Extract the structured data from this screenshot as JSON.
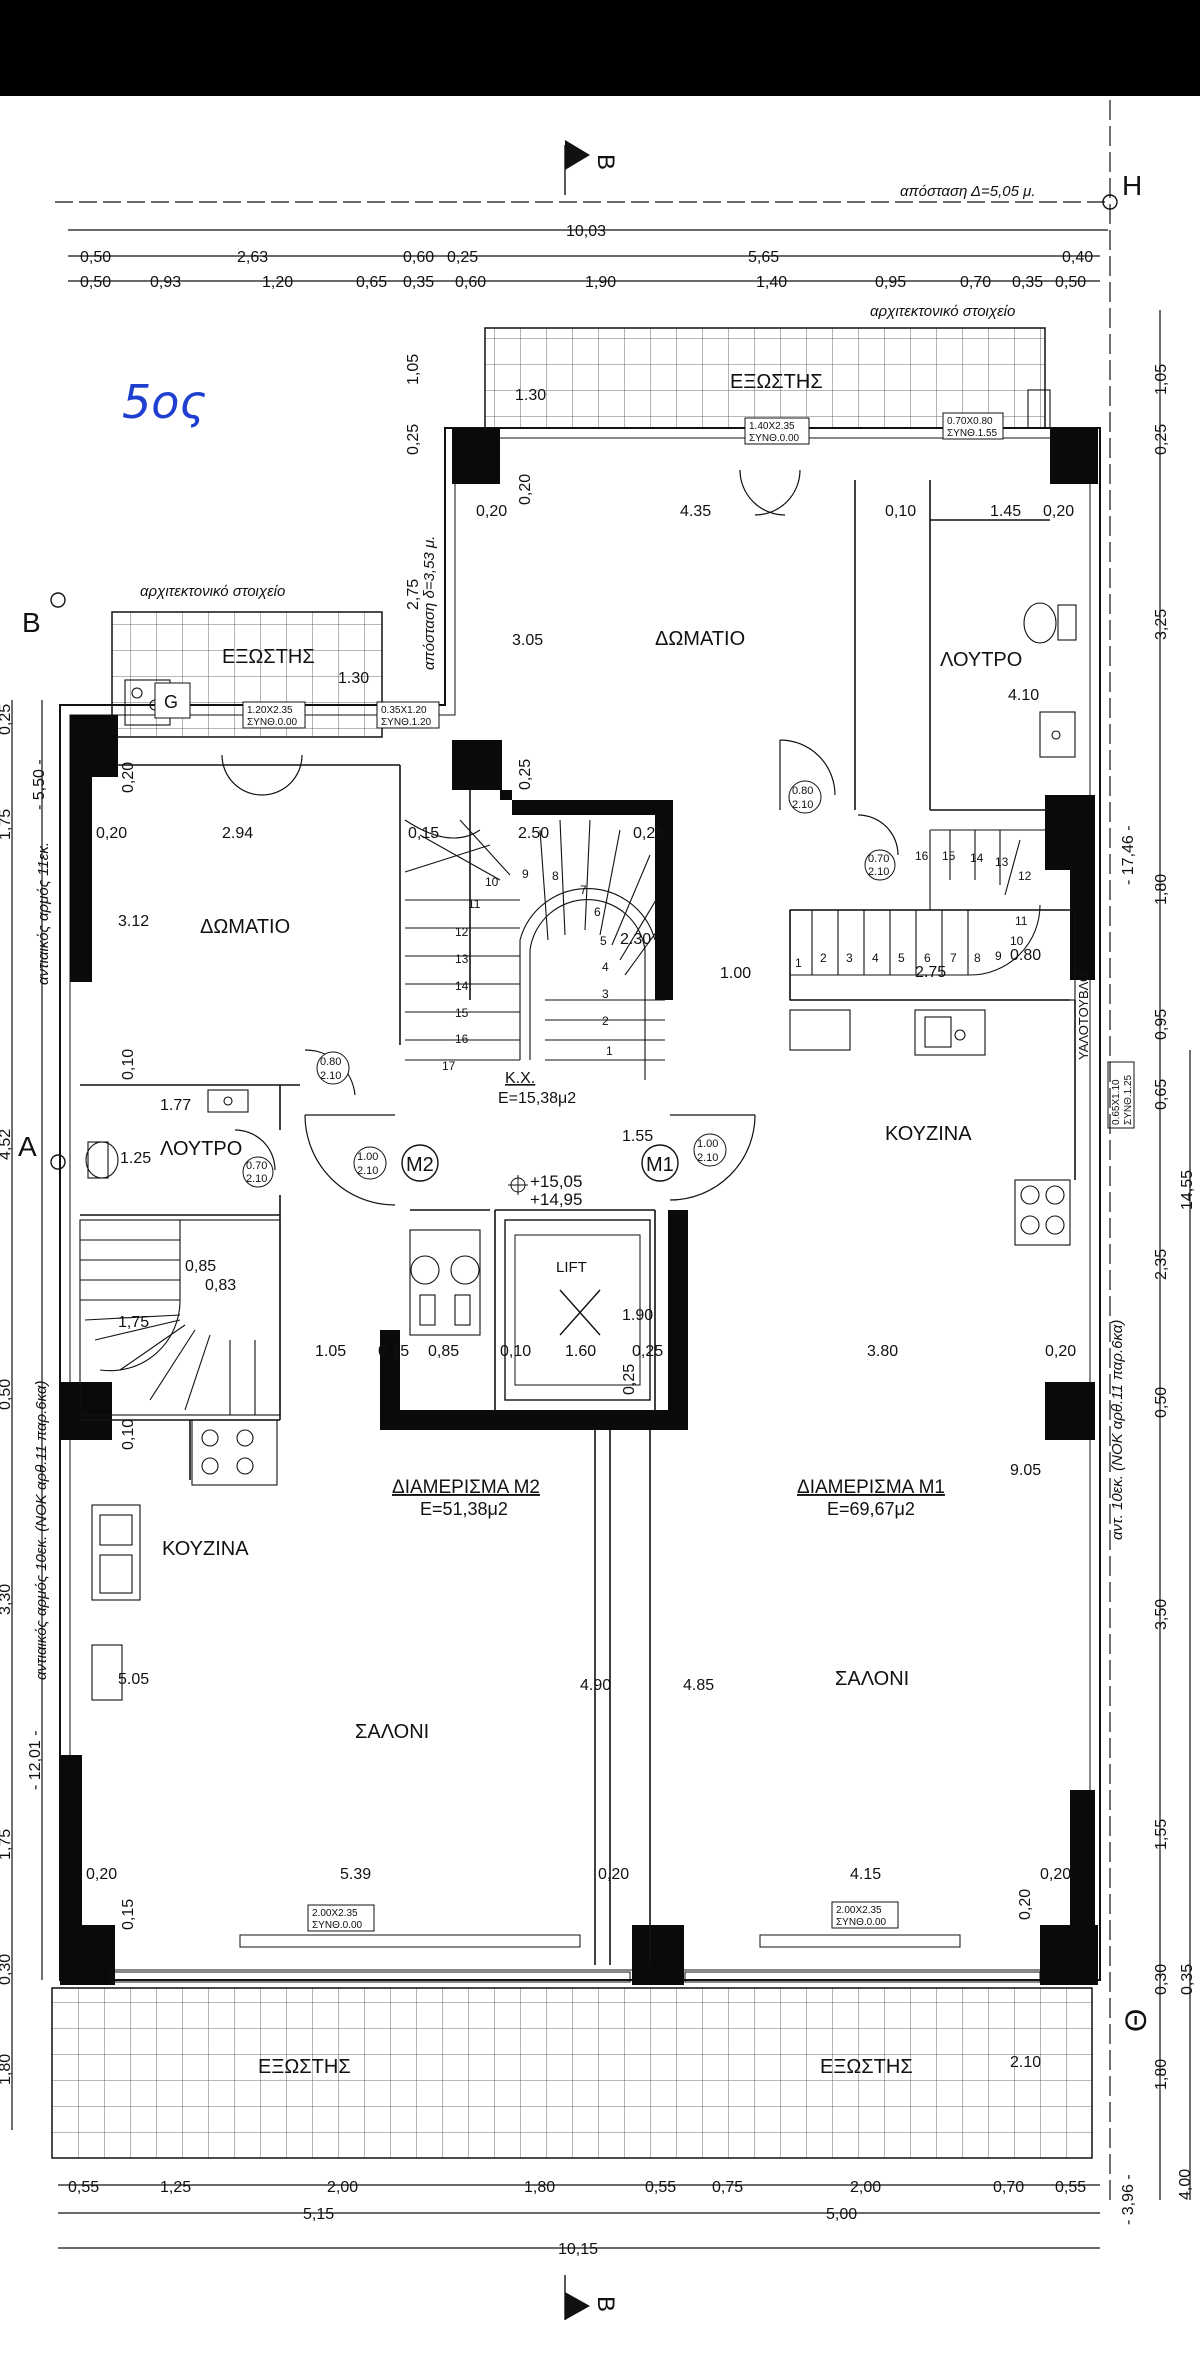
{
  "handnote": "5ος",
  "section_marks": {
    "b": "B",
    "h": "H",
    "a": "A",
    "theta": "Θ"
  },
  "distance_note": "απόσταση Δ=5,05 μ.",
  "distance_note_2": "απόσταση δ=3,53 μ.",
  "arch_element": "αρχιτεκτονικό στοιχείο",
  "top_dims": {
    "overall": "10,03",
    "row1": [
      "0,50",
      "2,63",
      "0,60",
      "0,25",
      "5,65",
      "0,40"
    ],
    "row2": [
      "0,50",
      "0,93",
      "1,20",
      "0,65",
      "0,35",
      "0,60",
      "1,90",
      "1,40",
      "0,95",
      "0,70",
      "0,35",
      "0,50"
    ]
  },
  "bottom_dims": {
    "row1": [
      "0,55",
      "1,25",
      "2,00",
      "1,80",
      "0,55",
      "0,75",
      "2,00",
      "0,70",
      "0,55"
    ],
    "row2": [
      "5,15",
      "5,00"
    ],
    "overall": "10,15"
  },
  "right_dims": [
    "1,05",
    "0,25",
    "3,25",
    "1,80",
    "0,95",
    "0,65",
    "2,35",
    "0,50",
    "3,50",
    "1,55",
    "0,30",
    "1,80",
    "4,00"
  ],
  "right_total": "- 17,46 -",
  "right_total2": "14,55",
  "right_small": "0,35",
  "right_bottom": "- 3,96 -",
  "left_dims": [
    "0,25",
    "1,75",
    "4,52",
    "0,50",
    "3,30",
    "1,75",
    "0,30",
    "1,80"
  ],
  "left_totals": [
    "- 5,50 -",
    "- 12,01 -"
  ],
  "left_notes": [
    "αντιαικός αρμός 11εκ.",
    "αντιαικός αρμός 10εκ. (ΝΟΚ αρθ.11 παρ.6κα)"
  ],
  "right_note": "αντ. 10εκ. (ΝΟΚ αρθ.11 παρ.6κα)",
  "right_shaft": "ΥΑΛΟΤΟΥΒΛΟ",
  "rooms": {
    "balcony_top": "ΕΞΩΣΤΗΣ",
    "balcony_left": "ΕΞΩΣΤΗΣ",
    "bedroom_top": "ΔΩΜΑΤΙΟ",
    "bedroom_left": "ΔΩΜΑΤΙΟ",
    "wc_right": "ΛΟΥΤΡΟ",
    "wc_left": "ΛΟΥΤΡΟ",
    "kitchen_right": "ΚΟΥΖΙΝΑ",
    "kitchen_left": "ΚΟΥΖΙΝΑ",
    "living_left": "ΣΑΛΟΝΙ",
    "living_right": "ΣΑΛΟΝΙ",
    "balcony_bottom_left": "ΕΞΩΣΤΗΣ",
    "balcony_bottom_right": "ΕΞΩΣΤΗΣ",
    "lift": "LIFT",
    "stair_hall": "Κ.Χ.",
    "stair_area": "Ε=15,38μ2",
    "flat_m2": "ΔΙΑΜΕΡΙΣΜΑ Μ2",
    "flat_m2_area": "Ε=51,38μ2",
    "flat_m1": "ΔΙΑΜΕΡΙΣΜΑ Μ1",
    "flat_m1_area": "Ε=69,67μ2",
    "door_m1": "M1",
    "door_m2": "M2",
    "g_mark": "G"
  },
  "levels": [
    "+15,05",
    "+14,95"
  ],
  "door_tags": [
    [
      "0.80",
      "2.10"
    ],
    [
      "0.70",
      "2.10"
    ],
    [
      "0.80",
      "2.10"
    ],
    [
      "1.00",
      "2.10"
    ],
    [
      "1.00",
      "2.10"
    ],
    [
      "0.70",
      "2.10"
    ]
  ],
  "window_tags": [
    [
      "1.40X2.35",
      "ΣΥΝΘ.0.00"
    ],
    [
      "0.70X0.80",
      "ΣΥΝΘ.1.55"
    ],
    [
      "1.20X2.35",
      "ΣΥΝΘ.0.00"
    ],
    [
      "0.35X1.20",
      "ΣΥΝΘ.1.20"
    ],
    [
      "2.00X2.35",
      "ΣΥΝΘ.0.00"
    ],
    [
      "2.00X2.35",
      "ΣΥΝΘ.0.00"
    ],
    [
      "0.65X1.10",
      "ΣΥΝΘ.1.25"
    ]
  ],
  "interior_dims": {
    "t_020a": "0,20",
    "t_435": "4.35",
    "t_010": "0,10",
    "t_145": "1.45",
    "t_020b": "0,20",
    "t_130": "1.30",
    "t_105": "1,05",
    "t_025": "0,25",
    "t_275": "2,75",
    "t_305": "3.05",
    "t_020v": "0,20",
    "t_025v": "0,25",
    "t_410": "4.10",
    "l_130": "1.30",
    "l_020v": "0,20",
    "l_020": "0,20",
    "l_294": "2.94",
    "l_015": "0,15",
    "l_312": "3.12",
    "l_010v": "0,10",
    "l_177": "1.77",
    "l_125": "1.25",
    "s_250": "2.50",
    "s_025": "0,25",
    "s_230": "2.30",
    "s_100": "1.00",
    "s_275": "2.75",
    "s_080": "0.80",
    "s_155": "1.55",
    "w_085": "0,85",
    "w_083": "0,83",
    "w_175": "1,75",
    "c_105": "1.05",
    "c_015": "0,15",
    "c_085": "0,85",
    "c_010": "0,10",
    "c_160": "1.60",
    "c_025": "0,25",
    "c_190": "1.90",
    "c_380": "3.80",
    "c_020": "0,20",
    "c_025v": "0,25",
    "l_010b": "0,10",
    "m_905": "9.05",
    "m_490": "4.90",
    "m_485": "4.85",
    "m_505": "5.05",
    "b_020a": "0,20",
    "b_539": "5.39",
    "b_020b": "0,20",
    "b_415": "4.15",
    "b_020c": "0,20",
    "b_015": "0,15",
    "b_020v": "0,20",
    "b_210": "2.10"
  },
  "stair_numbers_left": [
    "1",
    "2",
    "3",
    "4",
    "5",
    "6",
    "7",
    "8",
    "9",
    "10",
    "11",
    "12",
    "13",
    "14",
    "15",
    "16",
    "17"
  ],
  "stair_numbers_right": [
    "1",
    "2",
    "3",
    "4",
    "5",
    "6",
    "7",
    "8",
    "9",
    "10",
    "11",
    "12",
    "13",
    "14",
    "15",
    "16"
  ]
}
